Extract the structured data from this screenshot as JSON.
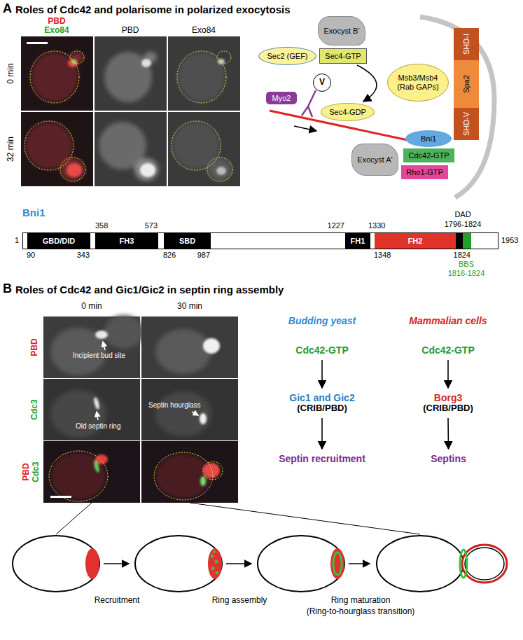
{
  "diagram": {
    "nodes": [
      {
        "text": [
          "Exocyst B'"
        ]
      },
      {
        "text": [
          "Sec2 (GEF)"
        ]
      },
      {
        "text": [
          "Sec4-GTP"
        ]
      },
      {
        "text": [
          "V"
        ]
      },
      {
        "text": [
          "Myo2"
        ]
      },
      {
        "text": [
          "Msb3/Msb4 (Rab GAPs)"
        ]
      },
      {
        "text": [
          "SHD-I",
          "Spa2",
          "SHD-V"
        ]
      },
      {
        "text": [
          "Sec4-GDP"
        ]
      },
      {
        "text": [
          "Bni1"
        ]
      },
      {
        "text": [
          "Cdc42-GTP"
        ]
      },
      {
        "text": [
          "Exocyst A'"
        ]
      },
      {
        "text": [
          "Rho1-GTP"
        ]
      },
      {
        "text": [
          "Bni1"
        ]
      },
      {
        "text": [
          "GBD/DID"
        ],
        "in": 12
      },
      {
        "text": [
          "FH3"
        ],
        "in": 12
      },
      {
        "text": [
          "SBD"
        ],
        "in": 12
      },
      {
        "text": [
          "FH1"
        ],
        "in": 12
      },
      {
        "text": [
          "FH2"
        ],
        "in": 12
      },
      {
        "text": [
          "Cdc42-GTP"
        ]
      },
      {
        "text": [
          "Gic1 and Gic2",
          "(CRIB/PBD)"
        ]
      },
      {
        "text": [
          "Septin recruitment"
        ]
      },
      {
        "text": [
          "Cdc42-GTP"
        ]
      },
      {
        "text": [
          "Borg3",
          "(CRIB/PBD)"
        ]
      },
      {
        "text": [
          "Septins"
        ]
      }
    ],
    "edges": [
      {
        "from": 2,
        "to": 7,
        "arrow": "to"
      },
      {
        "from": 18,
        "to": 19,
        "arrow": "to"
      },
      {
        "from": 19,
        "to": 20,
        "arrow": "to"
      },
      {
        "from": 21,
        "to": 22,
        "arrow": "to"
      },
      {
        "from": 22,
        "to": 23,
        "arrow": "to"
      }
    ],
    "labels": [
      "A",
      "Roles of Cdc42 and polarisome in polarized exocytosis",
      "PBD",
      "Exo84",
      "PBD",
      "Exo84",
      "0 min",
      "32 min",
      "358",
      "573",
      "1227",
      "1330",
      "DAD",
      "1796-1824",
      "1",
      "1953",
      "90",
      "343",
      "826",
      "987",
      "1348",
      "1824",
      "BBS",
      "1816-1824",
      "B",
      "Roles of Cdc42 and Gic1/Gic2 in septin ring assembly",
      "0 min",
      "30 min",
      "PBD",
      "Cdc3",
      "PBD",
      "Cdc3",
      "Incipient bud site",
      "Old septin ring",
      "Septin hourglass",
      "Budding yeast",
      "Mammalian cells",
      "Recruitment",
      "Ring assembly",
      "Ring maturation",
      "(Ring-to-hourglass transition)"
    ]
  }
}
